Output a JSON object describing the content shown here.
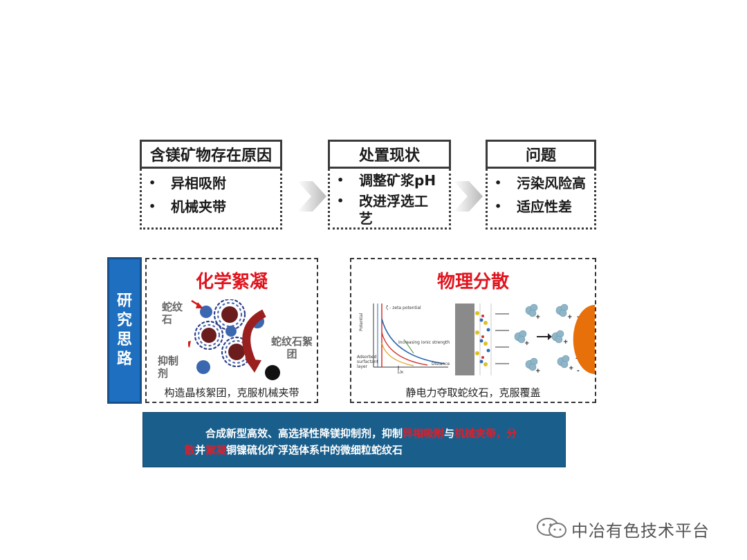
{
  "flow": [
    {
      "title": "含镁矿物存在原因",
      "items": [
        "异相吸附",
        "机械夹带"
      ]
    },
    {
      "title": "处置现状",
      "items": [
        "调整矿浆pH",
        "改进浮选工",
        "艺"
      ]
    },
    {
      "title": "问题",
      "items": [
        "污染风险高",
        "适应性差"
      ]
    }
  ],
  "bullet_glyph": "•",
  "side_label": [
    "研",
    "究",
    "思",
    "路"
  ],
  "chem_panel": {
    "title": "化学絮凝",
    "label_serpentine": "蛇纹\n石",
    "label_inhibitor": "抑制\n剂",
    "label_floc": "蛇纹石絮\n团",
    "caption": "构造晶核絮团，克服机械夹带"
  },
  "phys_panel": {
    "title": "物理分散",
    "graph_labels": {
      "zeta": "ζ - zeta potential",
      "potential": "Potential",
      "ionic": "Increasing ionic strength",
      "adsorbed": "Adsorbed\nsurfactant\nlayer",
      "distance": "Distance",
      "inv_k": "1/κ"
    },
    "caption": "静电力夺取蛇纹石，克服覆盖"
  },
  "summary": {
    "p1": "合成新型高效、高选择性降镁抑制剂，抑制",
    "h1": "异相吸附",
    "p2": "与",
    "h2": "机械夹带",
    "p3": "，",
    "h3": "分",
    "h4": "散",
    "p4": "并",
    "h5": "絮凝",
    "p5": "铜镍硫化矿浮选体系中的微细粒蛇纹石"
  },
  "footer": "中冶有色技术平台",
  "colors": {
    "accent_red": "#e0141e",
    "side_blue": "#1e6fbf",
    "summary_blue": "#1a5f8c",
    "orange": "#e8700a"
  }
}
